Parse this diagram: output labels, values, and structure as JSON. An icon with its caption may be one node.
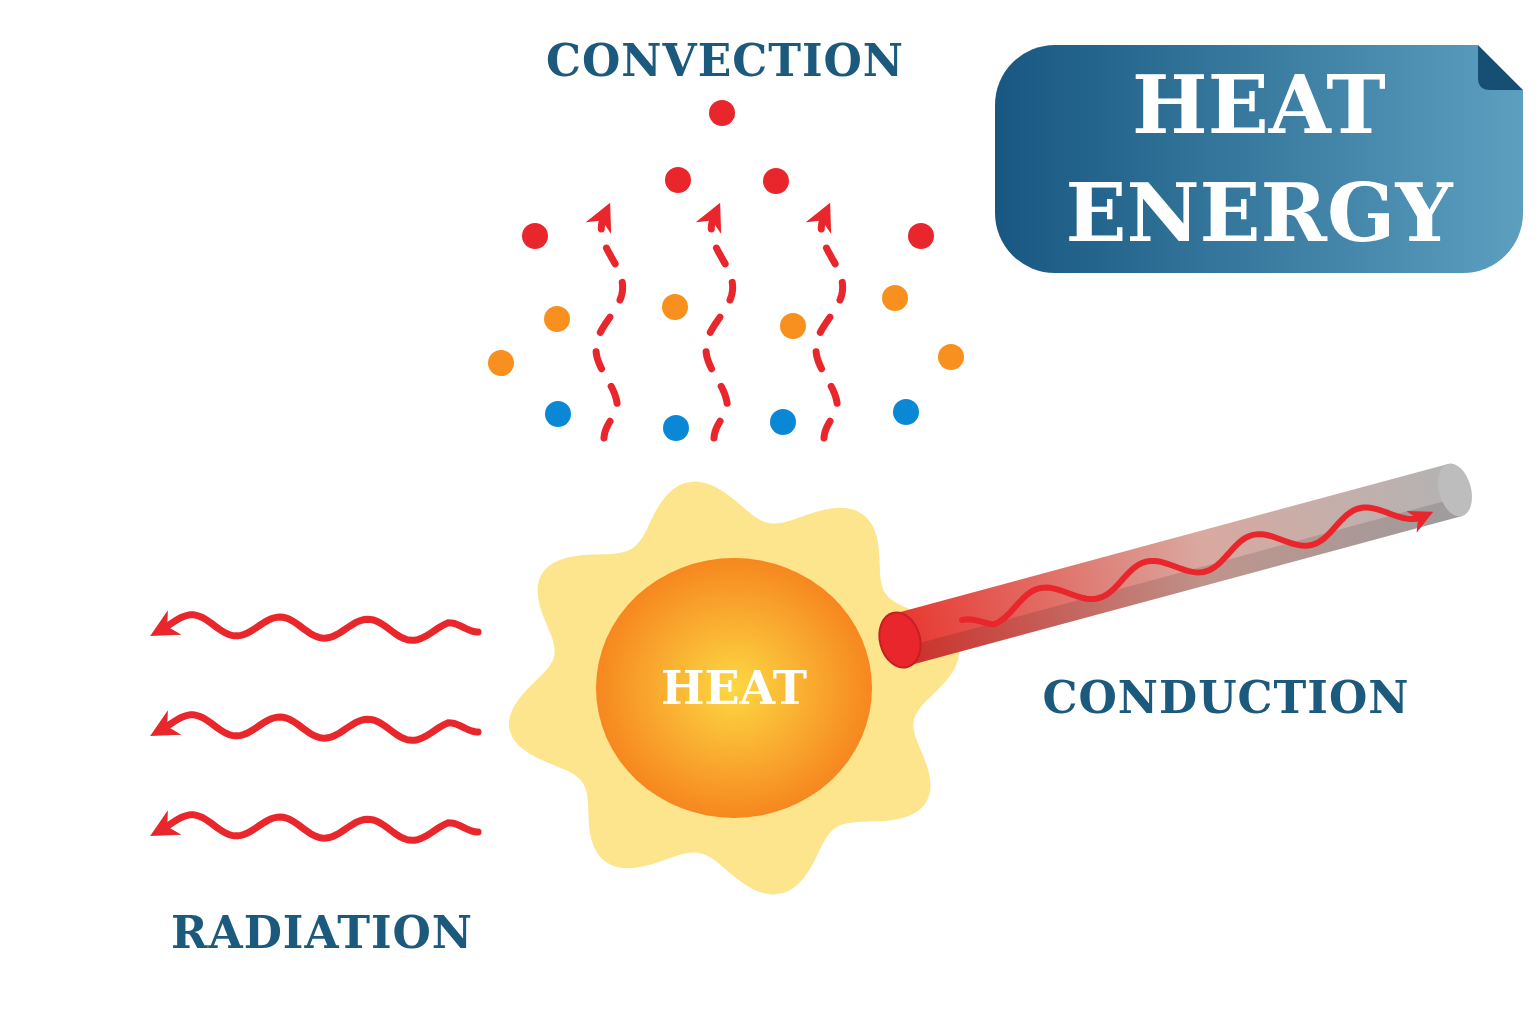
{
  "diagram": {
    "title": "HEAT ENERGY",
    "nodes": [
      {
        "text": [
          "HEAT"
        ]
      }
    ],
    "labels": [
      "CONVECTION",
      "CONDUCTION",
      "RADIATION"
    ]
  }
}
